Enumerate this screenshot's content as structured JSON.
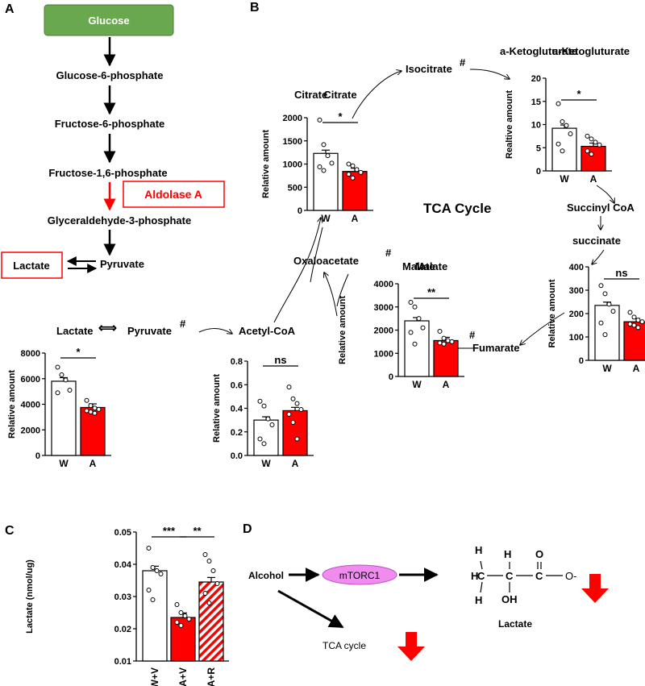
{
  "panels": {
    "a": "A",
    "b": "B",
    "c": "C",
    "d": "D"
  },
  "pathway": {
    "glucose": "Glucose",
    "g6p": "Glucose-6-phosphate",
    "f6p": "Fructose-6-phosphate",
    "f16p": "Fructose-1,6-phosphate",
    "enzyme": "Aldolase A",
    "g3p": "Glyceraldehyde-3-phosphate",
    "lactate": "Lactate",
    "pyruvate": "Pyruvate"
  },
  "tca": {
    "cycle_label": "TCA Cycle",
    "lactate": "Lactate",
    "pyruvate": "Pyruvate",
    "acetylcoa": "Acetyl-CoA",
    "citrate": "Citrate",
    "isocitrate": "Isocitrate",
    "akg": "a-Ketogluturate",
    "succinylcoa": "Succinyl CoA",
    "succinate": "succinate",
    "fumarate": "Fumarate",
    "malate": "Malate",
    "oxaloacetate": "Oxaloacetate",
    "hash": "#"
  },
  "schematic": {
    "alcohol": "Alcohol",
    "mtorc1": "mTORC1",
    "tca": "TCA cycle",
    "lactate": "Lactate",
    "atom_h": "H",
    "atom_c": "C",
    "atom_o": "O",
    "atom_oh": "OH",
    "atom_ominus": "O-"
  },
  "colors": {
    "treated": "#ff0000",
    "control": "#ffffff",
    "glucose_box": "#6aa84f",
    "mtorc1": "#f08cf0"
  },
  "chart_data": [
    {
      "id": "pyruvate",
      "type": "bar",
      "title": "",
      "ylabel": "Relative amount",
      "categories": [
        "W",
        "A"
      ],
      "values": [
        5800,
        3750
      ],
      "ylim": [
        0,
        8000
      ],
      "yticks": [
        "0",
        "2000",
        "4000",
        "6000",
        "8000"
      ],
      "significance": "*",
      "points": [
        [
          6900,
          6300,
          5900,
          5100,
          4900
        ],
        [
          4300,
          3900,
          3700,
          3600,
          3500,
          3400,
          3300
        ]
      ]
    },
    {
      "id": "acetylcoa",
      "type": "bar",
      "title": "",
      "ylabel": "Relative  amount",
      "categories": [
        "W",
        "A"
      ],
      "values": [
        0.3,
        0.38
      ],
      "ylim": [
        0,
        0.8
      ],
      "yticks": [
        "0.0",
        "0.2",
        "0.4",
        "0.6",
        "0.8"
      ],
      "significance": "ns",
      "points": [
        [
          0.46,
          0.42,
          0.31,
          0.26,
          0.14,
          0.1
        ],
        [
          0.58,
          0.48,
          0.44,
          0.39,
          0.35,
          0.28,
          0.14
        ]
      ]
    },
    {
      "id": "citrate",
      "type": "bar",
      "title": "Citrate",
      "ylabel": "Relative amount",
      "categories": [
        "W",
        "A"
      ],
      "values": [
        1230,
        840
      ],
      "ylim": [
        0,
        2000
      ],
      "yticks": [
        "0",
        "500",
        "1000",
        "1500",
        "2000"
      ],
      "significance": "*",
      "points": [
        [
          1950,
          1420,
          1180,
          1020,
          940,
          860
        ],
        [
          1000,
          960,
          880,
          820,
          780,
          700
        ]
      ]
    },
    {
      "id": "akg",
      "type": "bar",
      "title": "a-Ketogluturate",
      "ylabel": "Realtive amount",
      "categories": [
        "W",
        "A"
      ],
      "values": [
        9.2,
        5.3
      ],
      "ylim": [
        0,
        20
      ],
      "yticks": [
        "0",
        "5",
        "10",
        "15",
        "20"
      ],
      "significance": "*",
      "points": [
        [
          14.5,
          10.6,
          9.8,
          8.0,
          5.8,
          4.3
        ],
        [
          7.5,
          6.9,
          6.2,
          5.6,
          4.3,
          3.6
        ]
      ]
    },
    {
      "id": "succinate",
      "type": "bar",
      "title": "",
      "ylabel": "Relative amount",
      "categories": [
        "W",
        "A"
      ],
      "values": [
        235,
        165
      ],
      "ylim": [
        0,
        400
      ],
      "yticks": [
        "0",
        "100",
        "200",
        "300",
        "400"
      ],
      "significance": "ns",
      "points": [
        [
          320,
          285,
          240,
          210,
          160,
          110
        ],
        [
          205,
          185,
          172,
          165,
          155,
          150,
          140
        ]
      ]
    },
    {
      "id": "malate",
      "type": "bar",
      "title": "Malate",
      "ylabel": "Relative amount",
      "categories": [
        "W",
        "A"
      ],
      "values": [
        2400,
        1550
      ],
      "ylim": [
        0,
        4000
      ],
      "yticks": [
        "0",
        "1000",
        "2000",
        "3000",
        "4000"
      ],
      "significance": "**",
      "points": [
        [
          3200,
          3000,
          2500,
          2100,
          1900,
          1400
        ],
        [
          1950,
          1650,
          1550,
          1500,
          1450,
          1400
        ]
      ]
    },
    {
      "id": "lactate_c",
      "type": "bar",
      "title": "",
      "ylabel": "Lactate (nmol/ug)",
      "categories": [
        "W+V",
        "A+V",
        "A+R"
      ],
      "values": [
        0.038,
        0.0235,
        0.0345
      ],
      "ylim": [
        0.01,
        0.05
      ],
      "yticks": [
        "0.01",
        "0.02",
        "0.03",
        "0.04",
        "0.05"
      ],
      "significances": [
        "***",
        "**"
      ],
      "patterns": [
        "open",
        "solid",
        "hatched"
      ],
      "points": [
        [
          0.045,
          0.039,
          0.038,
          0.037,
          0.032,
          0.029
        ],
        [
          0.0275,
          0.025,
          0.024,
          0.023,
          0.022,
          0.021
        ],
        [
          0.043,
          0.041,
          0.038,
          0.034,
          0.031,
          0.028
        ]
      ]
    }
  ]
}
